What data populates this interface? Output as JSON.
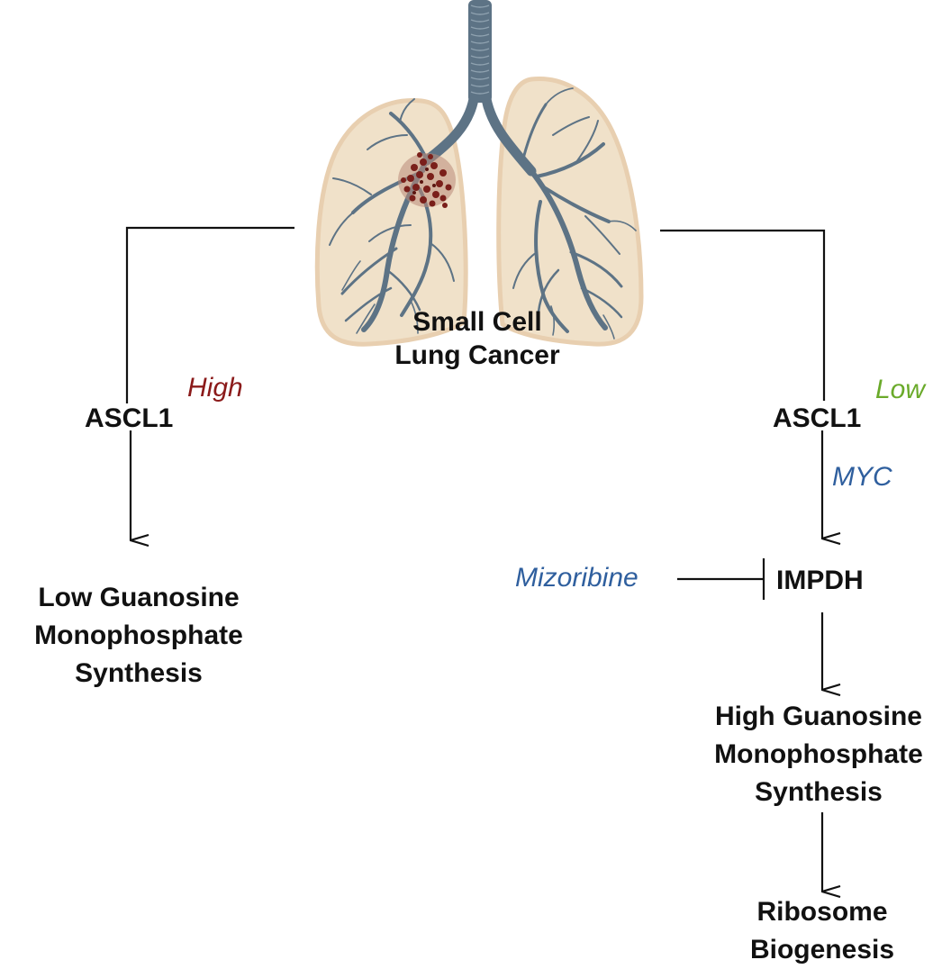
{
  "colors": {
    "text": "#111111",
    "high": "#8b1a1a",
    "low": "#6aaa2a",
    "blue": "#2f5f9e",
    "lung_fill": "#f0e1c9",
    "lung_edge": "#e8cfb0",
    "airway": "#5d7385",
    "tumor": "#7a1f1a"
  },
  "icons": {
    "lungs": "lungs-icon",
    "tumor": "tumor-icon"
  },
  "title": {
    "line1": "Small Cell",
    "line2": "Lung Cancer"
  },
  "left": {
    "ascl1": "ASCL1",
    "level": "High",
    "outcome": [
      "Low Guanosine",
      "Monophosphate",
      "Synthesis"
    ]
  },
  "right": {
    "ascl1": "ASCL1",
    "level": "Low",
    "mediator": "MYC",
    "enzyme": "IMPDH",
    "inhibitor": "Mizoribine",
    "outcome": [
      "High Guanosine",
      "Monophosphate",
      "Synthesis"
    ],
    "final": [
      "Ribosome",
      "Biogenesis"
    ]
  }
}
